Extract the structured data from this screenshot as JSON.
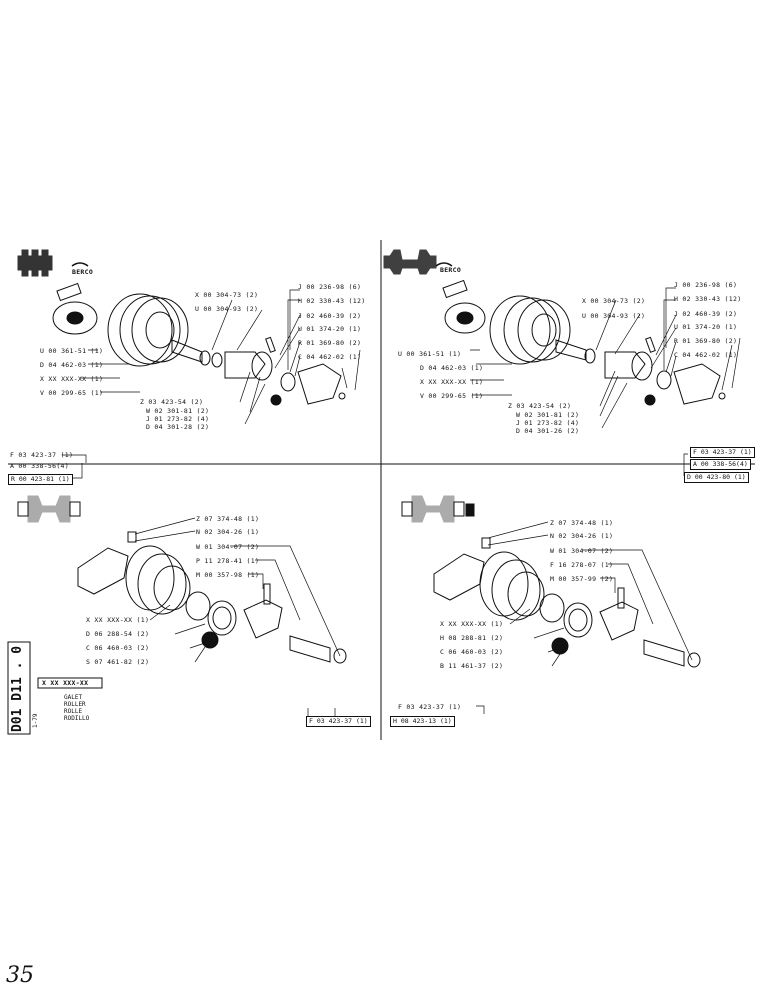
{
  "brand": "BERCO",
  "model_badge": "D01 D11 . 0",
  "model_date": "1-79",
  "part_no": "X XX XXX-XX",
  "names": [
    "GALET",
    "ROLLER",
    "ROLLE",
    "RODILLO"
  ],
  "page_number": "35",
  "q1": {
    "right": [
      "J 00 236-98 (6)",
      "H 02 330-43 (12)",
      "J 02 460-39 (2)",
      "U 01 374-20 (1)",
      "R 01 369-80 (2)",
      "C 04 462-02 (1)"
    ],
    "mid": [
      "X 00 304-73 (2)",
      "U 00 304-93 (2)"
    ],
    "left": [
      "U 00 361-51 (1)",
      "D 04 462-03 (1)",
      "X XX XXX-XX (1)",
      "V 00 299-65 (1)"
    ],
    "group": [
      "Z 03 423-54 (2)",
      "W 02 301-81 (2)",
      "J 01 273-82 (4)",
      "D 04 301-28 (2)"
    ],
    "box1": "F 03 423-37 (1)",
    "box2": "A 00 338-56(4)",
    "box3": "R 00 423-81 (1)"
  },
  "q2": {
    "right": [
      "J 00 236-98 (6)",
      "H 02 330-43 (12)",
      "J 02 460-39 (2)",
      "U 01 374-20 (1)",
      "R 01 369-80 (2)",
      "C 04 462-02 (1)"
    ],
    "mid": [
      "X 00 304-73 (2)",
      "U 00 304-93 (2)"
    ],
    "left": [
      "U 00 361-51 (1)",
      "D 04 462-03 (1)",
      "X XX XXX-XX (1)",
      "V 00 299-65 (1)"
    ],
    "group": [
      "Z 03 423-54 (2)",
      "W 02 301-81 (2)",
      "J 01 273-82 (4)",
      "D 04 301-26 (2)"
    ],
    "box1": "F 03 423-37 (1)",
    "box2": "A 00 338-56(4)",
    "box3": "D 00 423-80 (1)"
  },
  "q3": {
    "right": [
      "Z 07 374-48 (1)",
      "N 02 304-26 (1)",
      "W 01 304-07 (2)",
      "P 11 278-41 (1)",
      "M 00 357-98 (1)"
    ],
    "left": [
      "X XX XXX-XX (1)",
      "D 06 288-54 (2)",
      "C 06 460-03 (2)",
      "S 07 461-82 (2)"
    ],
    "box": "F 03 423-37 (1)"
  },
  "q4": {
    "right": [
      "Z 07 374-48 (1)",
      "N 02 304-26 (1)",
      "W 01 304-07 (2)",
      "F 16 278-07 (1)",
      "M 00 357-99 (2)"
    ],
    "left": [
      "X XX XXX-XX (1)",
      "H 08 288-81 (2)",
      "C 06 460-03 (2)",
      "B 11 461-37 (2)"
    ],
    "box1": "F 03 423-37 (1)",
    "box2": "H 08 423-13 (1)"
  }
}
